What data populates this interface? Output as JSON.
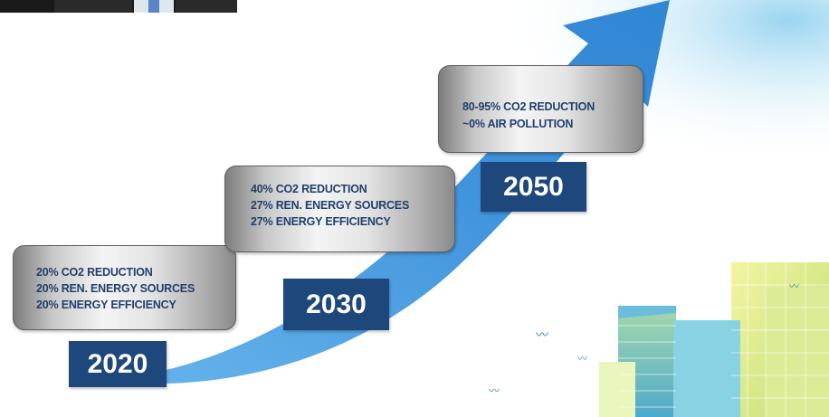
{
  "stages": [
    {
      "year": "2020",
      "lines": [
        "20% CO2 REDUCTION",
        "20% REN. ENERGY SOURCES",
        "20% ENERGY EFFICIENCY"
      ]
    },
    {
      "year": "2030",
      "lines": [
        "40% CO2 REDUCTION",
        "27% REN. ENERGY SOURCES",
        "27% ENERGY EFFICIENCY"
      ]
    },
    {
      "year": "2050",
      "lines": [
        "80-95% CO2 REDUCTION",
        "~0% AIR POLLUTION"
      ]
    }
  ],
  "colors": {
    "arrow": "#3f93dc",
    "year_box": "#1e477b",
    "text": "#213f6e"
  }
}
